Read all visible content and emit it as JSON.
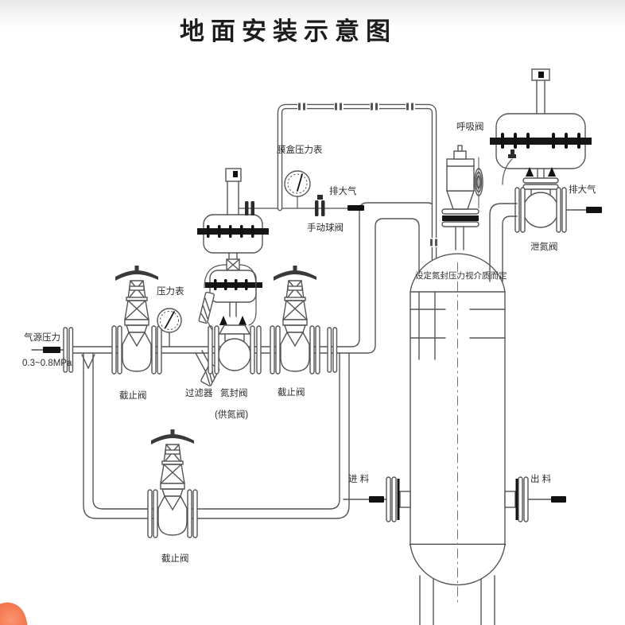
{
  "page": {
    "title": "地面安装示意图",
    "background": "#ffffff",
    "line_color": "#555555",
    "accent_black": "#161616",
    "watermark_blob_color": "#f46f46"
  },
  "labels": {
    "capsule_gauge": "膜盒压力表",
    "vent_top": "排大气",
    "manual_ball_valve": "手动球阀",
    "breathing_valve": "呼吸阀",
    "vent_right": "排大气",
    "nitrogen_relief_valve": "泄氮阀",
    "pressure_gauge": "压力表",
    "air_supply": "气源压力",
    "air_supply_pressure": "0.3~0.8MPa",
    "stop_valve_1": "截止阀",
    "filter": "过滤器",
    "nitrogen_seal_valve": "氮封阀",
    "nitrogen_seal_valve_sub": "(供氮阀)",
    "stop_valve_2": "截止阀",
    "stop_valve_3": "截止阀",
    "tank_note": "设定氮封压力视介质而定",
    "feed_inlet": "进 料",
    "discharge_outlet": "出 料"
  }
}
